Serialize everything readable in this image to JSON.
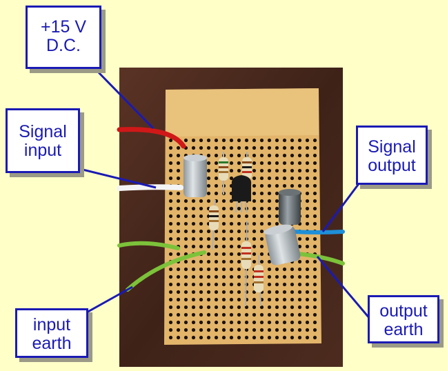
{
  "labels": {
    "power": {
      "line1": "+15 V",
      "line2": "D.C."
    },
    "signal_input": {
      "line1": "Signal",
      "line2": "input"
    },
    "signal_output": {
      "line1": "Signal",
      "line2": "output"
    },
    "input_earth": {
      "line1": "input",
      "line2": "earth"
    },
    "output_earth": {
      "line1": "output",
      "line2": "earth"
    }
  },
  "colors": {
    "background": "#ffffc8",
    "label_border": "#1a1ab4",
    "label_text": "#1a1ab4",
    "stripboard": "#e2b56b",
    "wood": "#4a2a1e",
    "wire_red": "#d01818",
    "wire_white": "#f4f4f4",
    "wire_green": "#7cc23a",
    "wire_blue": "#1e8fd8"
  },
  "photo": {
    "subject": "stripboard-amplifier-circuit",
    "components": [
      "electrolytic-capacitor",
      "electrolytic-capacitor",
      "electrolytic-capacitor",
      "transistor",
      "resistor",
      "resistor",
      "resistor",
      "resistor",
      "resistor"
    ]
  }
}
